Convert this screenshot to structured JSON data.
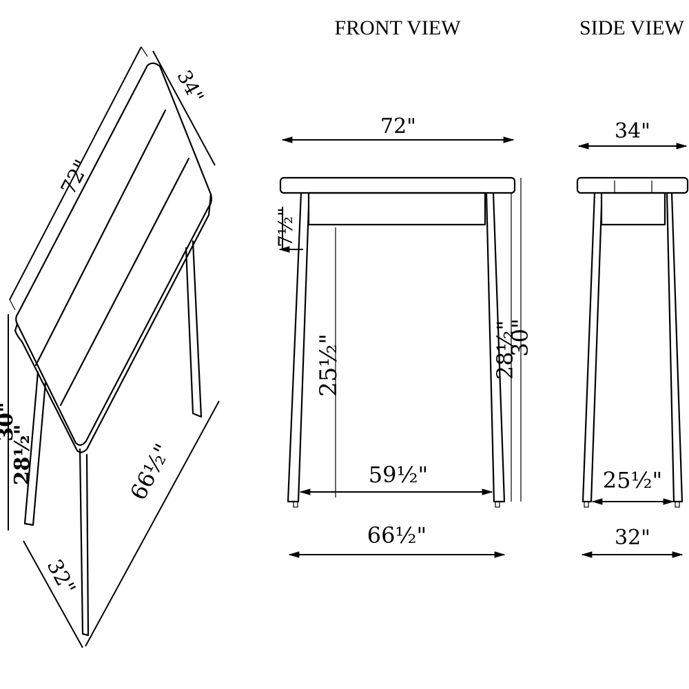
{
  "titles": {
    "front": "FRONT VIEW",
    "side": "SIDE VIEW"
  },
  "dimensions": {
    "length": "72\"",
    "depth": "34\"",
    "height": "30\"",
    "clearance_height": "28½\"",
    "apron_height": "7½\"",
    "leg_height": "25½\"",
    "front_leg_inner": "59½\"",
    "front_leg_outer": "66½\"",
    "side_leg_inner": "25½\"",
    "side_leg_outer": "32\""
  }
}
